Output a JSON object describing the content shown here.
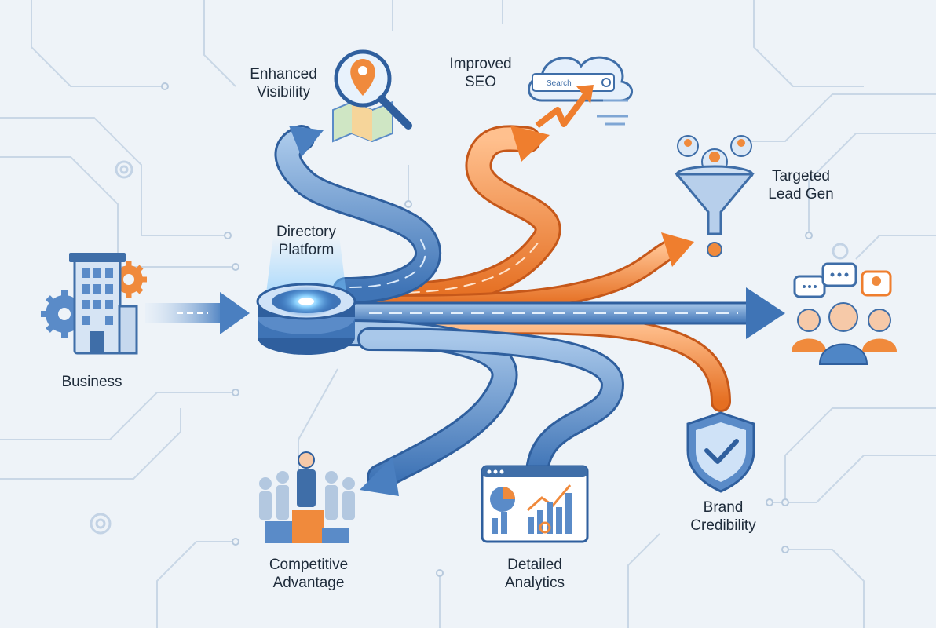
{
  "colors": {
    "background": "#eef3f8",
    "blue_path": "#4f86c6",
    "orange_path": "#f08a3c",
    "text": "#1e2b3a",
    "circuit": "#c9d7e6"
  },
  "labels": {
    "business": "Business",
    "directory": [
      "Directory",
      "Platform"
    ],
    "visibility": [
      "Enhanced",
      "Visibility"
    ],
    "seo": [
      "Improved",
      "SEO"
    ],
    "lead_gen": [
      "Targeted",
      "Lead Gen"
    ],
    "advantage": [
      "Competitive",
      "Advantage"
    ],
    "analytics": [
      "Detailed",
      "Analytics"
    ],
    "credibility": [
      "Brand",
      "Credibility"
    ]
  },
  "search_box": {
    "text": "Search"
  },
  "icons": {
    "business": "building-gears-icon",
    "hub": "directory-hub-icon",
    "visibility": "map-magnifier-icon",
    "seo": "cloud-search-icon",
    "lead_gen": "funnel-icon",
    "audience": "audience-chat-icon",
    "advantage": "podium-icon",
    "analytics": "dashboard-icon",
    "credibility": "shield-check-icon"
  }
}
